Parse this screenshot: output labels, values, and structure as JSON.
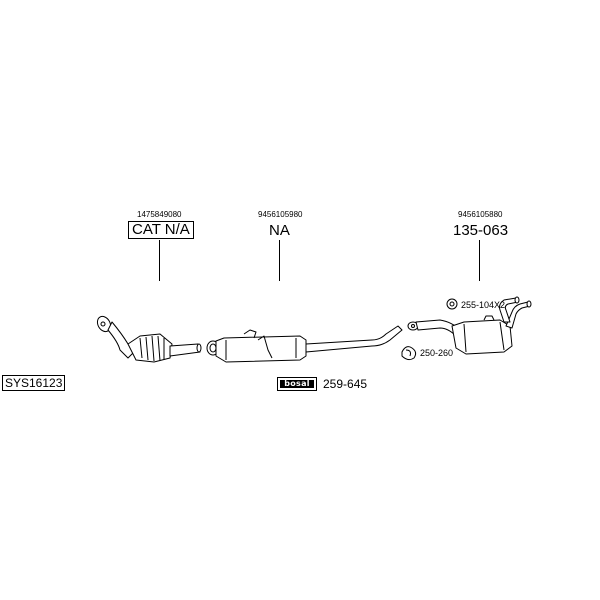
{
  "parts": [
    {
      "oe_number": "1475849080",
      "label": "CAT N/A",
      "boxed": true
    },
    {
      "oe_number": "9456105980",
      "label": "NA",
      "boxed": false
    },
    {
      "oe_number": "9456105880",
      "label": "135-063",
      "boxed": false
    }
  ],
  "fittings": [
    {
      "label": "255-104X2"
    },
    {
      "label": "250-260"
    }
  ],
  "kit": {
    "brand": "bosal",
    "label": "259-645"
  },
  "system_code": "SYS16123",
  "colors": {
    "line": "#000000",
    "background": "#ffffff",
    "fill": "#ffffff"
  }
}
